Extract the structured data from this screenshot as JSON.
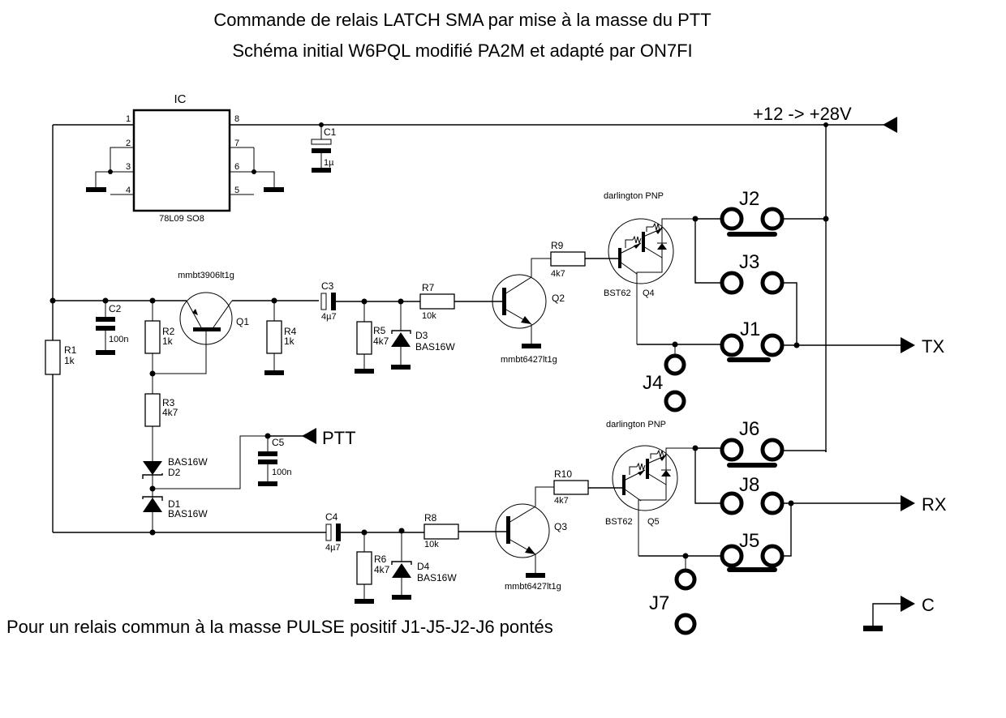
{
  "title": {
    "line1": "Commande de relais LATCH SMA par mise à la masse du PTT",
    "line2": "Schéma initial W6PQL modifié PA2M et adapté par ON7FI"
  },
  "ic": {
    "label": "IC",
    "part": "78L09 SO8",
    "pins": [
      "1",
      "2",
      "3",
      "4",
      "5",
      "6",
      "7",
      "8"
    ]
  },
  "supply": {
    "label": "+12 -> +28V"
  },
  "components": {
    "c1": {
      "ref": "C1",
      "value": "1µ"
    },
    "c2": {
      "ref": "C2",
      "value": "100n"
    },
    "c3": {
      "ref": "C3",
      "value": "4µ7"
    },
    "c4": {
      "ref": "C4",
      "value": "4µ7"
    },
    "c5": {
      "ref": "C5",
      "value": "100n"
    },
    "r1": {
      "ref": "R1",
      "value": "1k"
    },
    "r2": {
      "ref": "R2",
      "value": "1k"
    },
    "r3": {
      "ref": "R3",
      "value": "4k7"
    },
    "r4": {
      "ref": "R4",
      "value": "1k"
    },
    "r5": {
      "ref": "R5",
      "value": "4k7"
    },
    "r6": {
      "ref": "R6",
      "value": "4k7"
    },
    "r7": {
      "ref": "R7",
      "value": "10k"
    },
    "r8": {
      "ref": "R8",
      "value": "10k"
    },
    "r9": {
      "ref": "R9",
      "value": "4k7"
    },
    "r10": {
      "ref": "R10",
      "value": "4k7"
    },
    "d1": {
      "ref": "D1",
      "part": "BAS16W"
    },
    "d2": {
      "ref": "D2",
      "part": "BAS16W"
    },
    "d3": {
      "ref": "D3",
      "part": "BAS16W"
    },
    "d4": {
      "ref": "D4",
      "part": "BAS16W"
    },
    "q1": {
      "ref": "Q1",
      "part": "mmbt3906lt1g"
    },
    "q2": {
      "ref": "Q2",
      "part": "mmbt6427lt1g"
    },
    "q3": {
      "ref": "Q3",
      "part": "mmbt6427lt1g"
    },
    "q4": {
      "ref": "Q4",
      "part": "BST62",
      "type": "darlington PNP"
    },
    "q5": {
      "ref": "Q5",
      "part": "BST62",
      "type": "darlington PNP"
    }
  },
  "jumpers": [
    "J1",
    "J2",
    "J3",
    "J4",
    "J5",
    "J6",
    "J7",
    "J8"
  ],
  "ports": {
    "ptt": "PTT",
    "tx": "TX",
    "rx": "RX",
    "c": "C"
  },
  "note": "Pour un relais commun à la masse PULSE positif J1-J5-J2-J6 pontés"
}
